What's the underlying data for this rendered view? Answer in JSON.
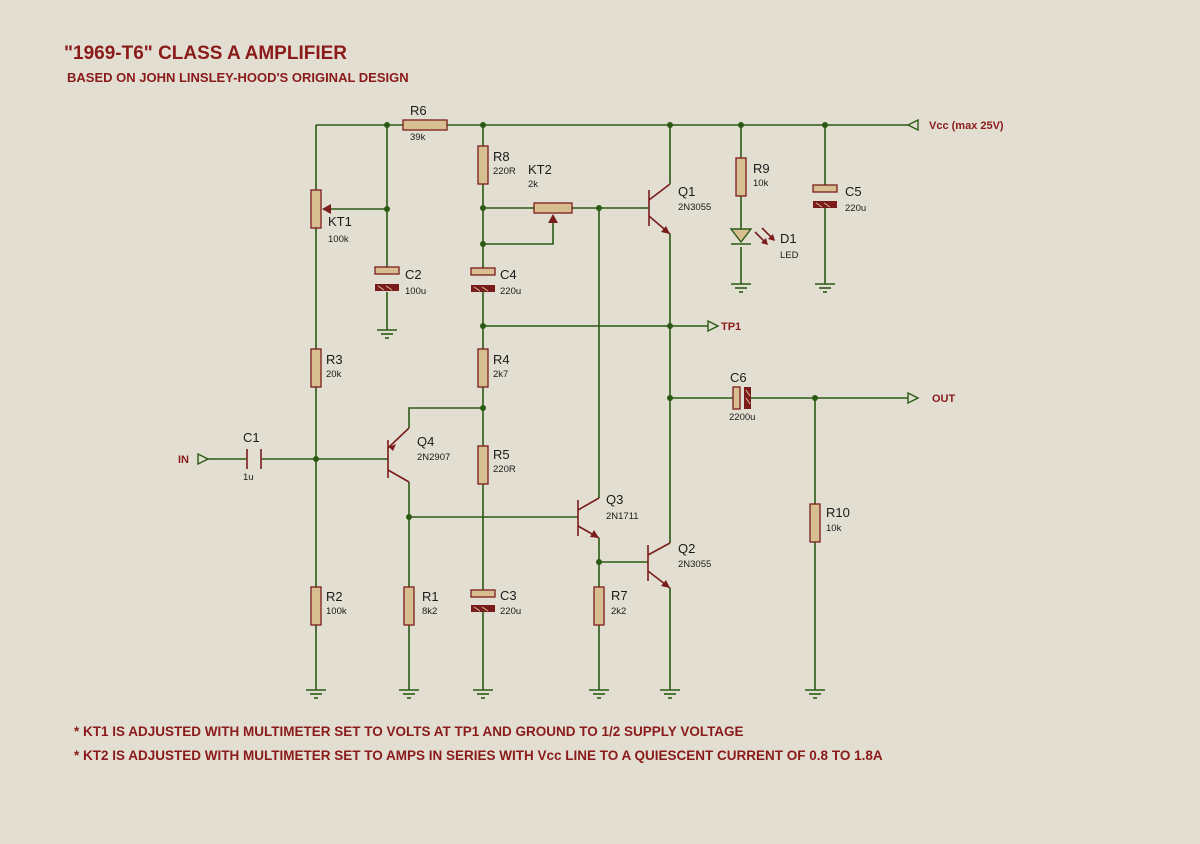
{
  "title": "\"1969-T6\" CLASS A AMPLIFIER",
  "subtitle": "BASED ON JOHN LINSLEY-HOOD'S ORIGINAL DESIGN",
  "notes": [
    "* KT1 IS ADJUSTED WITH MULTIMETER SET TO VOLTS AT TP1 AND GROUND TO 1/2 SUPPLY VOLTAGE",
    "* KT2 IS ADJUSTED WITH MULTIMETER SET TO AMPS IN SERIES WITH Vcc LINE TO A QUIESCENT CURRENT OF 0.8 TO 1.8A"
  ],
  "ports": {
    "vcc": "Vcc (max 25V)",
    "tp1": "TP1",
    "out": "OUT",
    "in": "IN"
  },
  "components": {
    "R1": {
      "ref": "R1",
      "value": "8k2"
    },
    "R2": {
      "ref": "R2",
      "value": "100k"
    },
    "R3": {
      "ref": "R3",
      "value": "20k"
    },
    "R4": {
      "ref": "R4",
      "value": "2k7"
    },
    "R5": {
      "ref": "R5",
      "value": "220R"
    },
    "R6": {
      "ref": "R6",
      "value": "39k"
    },
    "R7": {
      "ref": "R7",
      "value": "2k2"
    },
    "R8": {
      "ref": "R8",
      "value": "220R"
    },
    "R9": {
      "ref": "R9",
      "value": "10k"
    },
    "R10": {
      "ref": "R10",
      "value": "10k"
    },
    "C1": {
      "ref": "C1",
      "value": "1u"
    },
    "C2": {
      "ref": "C2",
      "value": "100u"
    },
    "C3": {
      "ref": "C3",
      "value": "220u"
    },
    "C4": {
      "ref": "C4",
      "value": "220u"
    },
    "C5": {
      "ref": "C5",
      "value": "220u"
    },
    "C6": {
      "ref": "C6",
      "value": "2200u"
    },
    "KT1": {
      "ref": "KT1",
      "value": "100k"
    },
    "KT2": {
      "ref": "KT2",
      "value": "2k"
    },
    "Q1": {
      "ref": "Q1",
      "value": "2N3055"
    },
    "Q2": {
      "ref": "Q2",
      "value": "2N3055"
    },
    "Q3": {
      "ref": "Q3",
      "value": "2N1711"
    },
    "Q4": {
      "ref": "Q4",
      "value": "2N2907"
    },
    "D1": {
      "ref": "D1",
      "value": "LED"
    }
  }
}
